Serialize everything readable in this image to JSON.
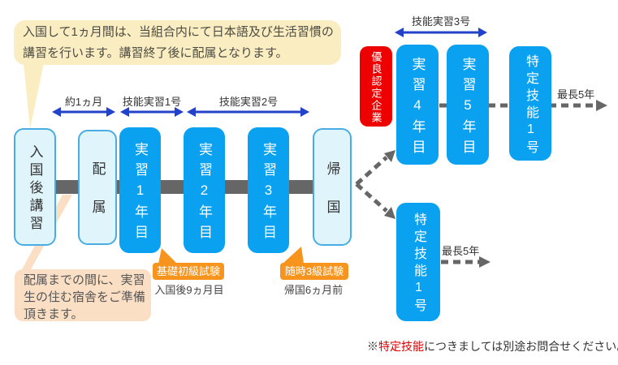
{
  "colors": {
    "blue": "#0aa1f1",
    "lightFill": "#e0f4fc",
    "lightBorder": "#49ade3",
    "red": "#ee0000",
    "orange": "#f7941e",
    "yellow": "#faedc2",
    "peach": "#fbdfc4",
    "arrowBlue": "#2342cb",
    "gray": "#666666",
    "noteRed": "#dd0000",
    "textDark": "#333333"
  },
  "bubbles": {
    "top": "入国して1ヵ月間は、当組合内にて日本語及び生活習慣の講習を行います。講習終了後に配属となります。",
    "bottom": "配属までの間に、実習生の住む宿舎をご準備頂きます。"
  },
  "phases": {
    "approx_month": "約1ヵ月",
    "phase1": "技能実習1号",
    "phase2": "技能実習2号",
    "phase3": "技能実習3号"
  },
  "timeline": {
    "entry": "入国後講習",
    "assignment": "配属",
    "year1": "実習1年目",
    "year2": "実習2年目",
    "year3": "実習3年目",
    "return": "帰国"
  },
  "branch": {
    "badge": "優良認定企業",
    "year4": "実習4年目",
    "year5": "実習5年目",
    "tokutei_top": "特定技能1号",
    "tokutei_bottom": "特定技能1号",
    "max_top": "最長5年",
    "max_bottom": "最長5年"
  },
  "exams": {
    "kiso": {
      "title": "基礎初級試験",
      "timing": "入国後9ヵ月目"
    },
    "zuiji": {
      "title": "随時3級試験",
      "timing": "帰国6ヵ月前"
    }
  },
  "note": {
    "prefix": "※",
    "highlight": "特定技能",
    "rest": "につきましては別途お問合せください。"
  }
}
